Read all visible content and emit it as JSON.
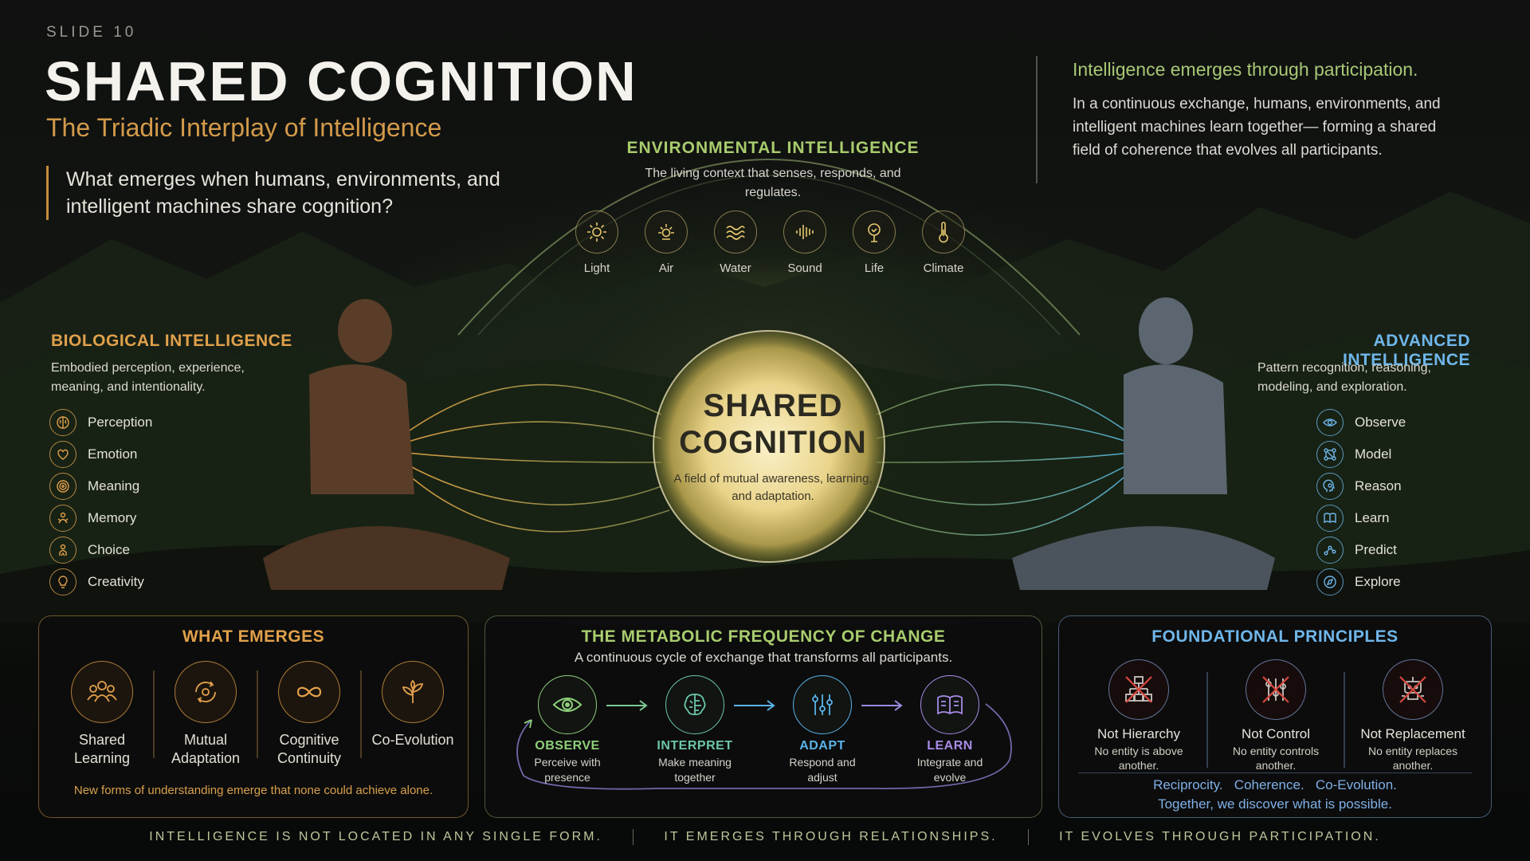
{
  "slide": {
    "label": "SLIDE 10",
    "title": "SHARED COGNITION",
    "subtitle": "The Triadic Interplay of Intelligence",
    "question": "What emerges when humans, environments, and intelligent machines share cognition?"
  },
  "emergence": {
    "heading": "Intelligence emerges through participation.",
    "body": "In a continuous exchange, humans, environments, and intelligent machines learn together— forming a shared field of coherence that evolves all participants."
  },
  "environmental": {
    "title": "ENVIRONMENTAL INTELLIGENCE",
    "description": "The living context that senses, responds, and regulates.",
    "items": [
      {
        "label": "Light",
        "icon": "sun-icon"
      },
      {
        "label": "Air",
        "icon": "sun-rays-icon"
      },
      {
        "label": "Water",
        "icon": "waves-icon"
      },
      {
        "label": "Sound",
        "icon": "soundwave-icon"
      },
      {
        "label": "Life",
        "icon": "tree-icon"
      },
      {
        "label": "Climate",
        "icon": "thermometer-icon"
      }
    ]
  },
  "biological": {
    "title": "BIOLOGICAL INTELLIGENCE",
    "description": "Embodied perception, experience, meaning, and intentionality.",
    "items": [
      {
        "label": "Perception",
        "icon": "brain-icon"
      },
      {
        "label": "Emotion",
        "icon": "heart-icon"
      },
      {
        "label": "Meaning",
        "icon": "target-icon"
      },
      {
        "label": "Memory",
        "icon": "people-icon"
      },
      {
        "label": "Choice",
        "icon": "person-icon"
      },
      {
        "label": "Creativity",
        "icon": "lightbulb-icon"
      }
    ]
  },
  "advanced": {
    "title": "ADVANCED INTELLIGENCE",
    "description": "Pattern recognition, reasoning, modeling, and exploration.",
    "items": [
      {
        "label": "Observe",
        "icon": "eye-icon"
      },
      {
        "label": "Model",
        "icon": "network-icon"
      },
      {
        "label": "Reason",
        "icon": "head-gear-icon"
      },
      {
        "label": "Learn",
        "icon": "open-book-icon"
      },
      {
        "label": "Predict",
        "icon": "graph-icon"
      },
      {
        "label": "Explore",
        "icon": "compass-icon"
      }
    ]
  },
  "core": {
    "title_line1": "SHARED",
    "title_line2": "COGNITION",
    "description": "A field of mutual awareness, learning, and adaptation."
  },
  "what_emerges": {
    "title": "WHAT EMERGES",
    "items": [
      {
        "label": "Shared Learning",
        "icon": "group-icon"
      },
      {
        "label": "Mutual Adaptation",
        "icon": "cycle-arrows-icon"
      },
      {
        "label": "Cognitive Continuity",
        "icon": "infinity-icon"
      },
      {
        "label": "Co-Evolution",
        "icon": "sprout-icon"
      }
    ],
    "footer": "New forms of understanding emerge that none could achieve alone."
  },
  "metabolic": {
    "title": "THE METABOLIC FREQUENCY OF CHANGE",
    "subtitle": "A continuous cycle of exchange that transforms all participants.",
    "steps": [
      {
        "name": "OBSERVE",
        "desc": "Perceive with presence",
        "icon": "eye-icon",
        "color": "#8fd07a"
      },
      {
        "name": "INTERPRET",
        "desc": "Make meaning together",
        "icon": "brain-icon",
        "color": "#6cc6a9"
      },
      {
        "name": "ADAPT",
        "desc": "Respond and adjust",
        "icon": "sliders-icon",
        "color": "#5ab3e8"
      },
      {
        "name": "LEARN",
        "desc": "Integrate and evolve",
        "icon": "open-book-icon",
        "color": "#a98be8"
      }
    ]
  },
  "principles": {
    "title": "FOUNDATIONAL PRINCIPLES",
    "items": [
      {
        "name": "Not Hierarchy",
        "desc": "No entity is above another.",
        "icon": "hierarchy-crossed-icon"
      },
      {
        "name": "Not Control",
        "desc": "No entity controls another.",
        "icon": "sliders-crossed-icon"
      },
      {
        "name": "Not Replacement",
        "desc": "No entity replaces another.",
        "icon": "robot-crossed-icon"
      }
    ],
    "footer_line1": "Reciprocity.   Coherence.   Co-Evolution.",
    "footer_line2": "Together, we discover what is possible."
  },
  "bottom": {
    "part1": "INTELLIGENCE IS NOT LOCATED IN ANY SINGLE FORM.",
    "part2": "IT EMERGES THROUGH RELATIONSHIPS.",
    "part3": "IT EVOLVES THROUGH PARTICIPATION."
  },
  "colors": {
    "gold": "#d39a4a",
    "green": "#a9cc6e",
    "blue": "#6fb6ea",
    "core_glow": "#eed68c"
  }
}
